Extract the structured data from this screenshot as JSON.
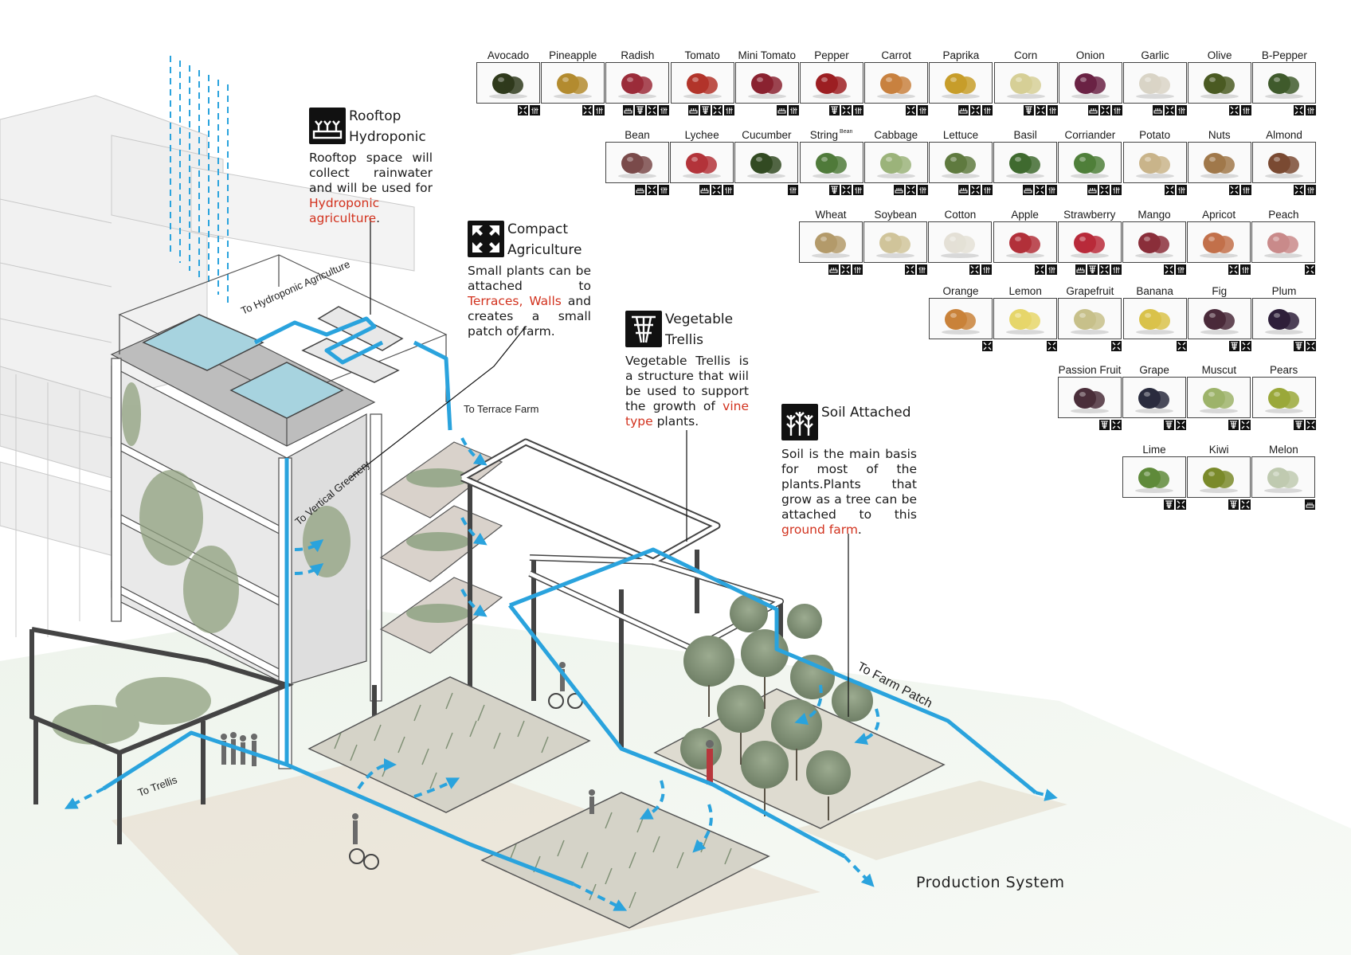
{
  "callouts": {
    "rooftop": {
      "icon": "hydroponic-tray-icon",
      "title": "Rooftop Hydroponic",
      "text_before": "Rooftop space will collect rainwater and will be used for ",
      "text_red": "Hydroponic agriculture",
      "text_after": "."
    },
    "compact": {
      "icon": "compact-arrows-icon",
      "title": "Compact Agriculture",
      "text_before": "Small plants can be attached to ",
      "text_red": "Terraces, Walls",
      "text_after": " and creates a small patch of farm."
    },
    "trellis": {
      "icon": "trellis-icon",
      "title": "Vegetable Trellis",
      "text_before": "Vegetable Trellis is a structure that wiil be used to support the growth of ",
      "text_red": "vine type",
      "text_after": " plants."
    },
    "soil": {
      "icon": "soil-plants-icon",
      "title": "Soil Attached",
      "text_before": "Soil is the main basis for most of the plants.Plants that grow as a tree can be attached to this ",
      "text_red": "ground farm",
      "text_after": "."
    }
  },
  "flow_labels": {
    "hydroponic": "To Hydroponic Agriculture",
    "terrace": "To Terrace Farm",
    "vertical": "To Vertical Greenery",
    "trellis": "To Trellis",
    "farm_patch": "To Farm Patch"
  },
  "production_label": "Production System",
  "crops": [
    {
      "name": "Avocado",
      "color": "#2f3a1c",
      "tags": [
        "compact",
        "trellis-soil"
      ]
    },
    {
      "name": "Pineapple",
      "color": "#b38b2f",
      "tags": [
        "compact",
        "trellis-soil"
      ]
    },
    {
      "name": "Radish",
      "color": "#9b2c3a",
      "tags": [
        "hydro",
        "trellis",
        "compact",
        "trellis-soil"
      ]
    },
    {
      "name": "Tomato",
      "color": "#b2342a",
      "tags": [
        "hydro",
        "trellis",
        "compact",
        "trellis-soil"
      ]
    },
    {
      "name": "Mini Tomato",
      "color": "#8a2230",
      "tags": [
        "hydro",
        "trellis-soil"
      ]
    },
    {
      "name": "Pepper",
      "color": "#9c1e22",
      "tags": [
        "trellis",
        "compact",
        "trellis-soil"
      ]
    },
    {
      "name": "Carrot",
      "color": "#c8813f",
      "tags": [
        "compact",
        "trellis-soil"
      ]
    },
    {
      "name": "Paprika",
      "color": "#c79d2a",
      "tags": [
        "hydro",
        "compact",
        "trellis-soil"
      ]
    },
    {
      "name": "Corn",
      "color": "#d6cf96",
      "tags": [
        "trellis",
        "compact",
        "trellis-soil"
      ]
    },
    {
      "name": "Onion",
      "color": "#6a2244",
      "tags": [
        "hydro",
        "compact",
        "trellis-soil"
      ]
    },
    {
      "name": "Garlic",
      "color": "#d9d4c6",
      "tags": [
        "hydro",
        "compact",
        "trellis-soil"
      ]
    },
    {
      "name": "Olive",
      "color": "#4a5a22",
      "tags": [
        "compact",
        "trellis-soil"
      ]
    },
    {
      "name": "B-Pepper",
      "color": "#3f5a2c",
      "tags": [
        "compact",
        "trellis-soil"
      ]
    },
    {
      "name": "Bean",
      "color": "#7a4a4a",
      "tags": [
        "hydro",
        "compact",
        "trellis-soil"
      ]
    },
    {
      "name": "Lychee",
      "color": "#b3343a",
      "tags": [
        "hydro",
        "compact",
        "trellis-soil"
      ]
    },
    {
      "name": "Cucumber",
      "color": "#324a22",
      "tags": [
        "trellis-soil"
      ]
    },
    {
      "name": "String",
      "name_sup": "Bean",
      "color": "#4f7a3a",
      "tags": [
        "trellis",
        "compact",
        "trellis-soil"
      ]
    },
    {
      "name": "Cabbage",
      "color": "#9bb37a",
      "tags": [
        "hydro",
        "compact",
        "trellis-soil"
      ]
    },
    {
      "name": "Lettuce",
      "color": "#5f7a3f",
      "tags": [
        "hydro",
        "compact",
        "trellis-soil"
      ]
    },
    {
      "name": "Basil",
      "color": "#3f6a2f",
      "tags": [
        "hydro",
        "compact",
        "trellis-soil"
      ]
    },
    {
      "name": "Corriander",
      "color": "#4f7f3a",
      "tags": [
        "hydro",
        "compact",
        "trellis-soil"
      ]
    },
    {
      "name": "Potato",
      "color": "#c9b48a",
      "tags": [
        "compact",
        "trellis-soil"
      ]
    },
    {
      "name": "Nuts",
      "color": "#a0784a",
      "tags": [
        "compact",
        "trellis-soil"
      ]
    },
    {
      "name": "Almond",
      "color": "#7a4a32",
      "tags": [
        "compact",
        "trellis-soil"
      ]
    },
    {
      "name": "Wheat",
      "color": "#b39a6a",
      "tags": [
        "hydro",
        "compact",
        "trellis-soil"
      ]
    },
    {
      "name": "Soybean",
      "color": "#d0c49a",
      "tags": [
        "compact",
        "trellis-soil"
      ]
    },
    {
      "name": "Cotton",
      "color": "#e4e0d6",
      "tags": [
        "compact",
        "trellis-soil"
      ]
    },
    {
      "name": "Apple",
      "color": "#b2303a",
      "tags": [
        "compact",
        "trellis-soil"
      ]
    },
    {
      "name": "Strawberry",
      "color": "#b82a3a",
      "tags": [
        "hydro",
        "trellis",
        "compact",
        "trellis-soil"
      ]
    },
    {
      "name": "Mango",
      "color": "#8a2e3a",
      "tags": [
        "compact",
        "trellis-soil"
      ]
    },
    {
      "name": "Apricot",
      "color": "#c2704a",
      "tags": [
        "compact",
        "trellis-soil"
      ]
    },
    {
      "name": "Peach",
      "color": "#c98a8a",
      "tags": [
        "compact"
      ]
    },
    {
      "name": "Orange",
      "color": "#c9823a",
      "tags": [
        "compact"
      ]
    },
    {
      "name": "Lemon",
      "color": "#e6d66a",
      "tags": [
        "compact"
      ]
    },
    {
      "name": "Grapefruit",
      "color": "#c7c08a",
      "tags": [
        "compact"
      ]
    },
    {
      "name": "Banana",
      "color": "#d9c24a",
      "tags": [
        "compact"
      ]
    },
    {
      "name": "Fig",
      "color": "#4a2a3a",
      "tags": [
        "trellis",
        "compact"
      ]
    },
    {
      "name": "Plum",
      "color": "#2e1f3a",
      "tags": [
        "trellis",
        "compact"
      ]
    },
    {
      "name": "Passion Fruit",
      "color": "#4a2e3a",
      "tags": [
        "trellis",
        "compact"
      ]
    },
    {
      "name": "Grape",
      "color": "#2a2c3e",
      "tags": [
        "trellis",
        "compact"
      ]
    },
    {
      "name": "Muscut",
      "color": "#9db36a",
      "tags": [
        "trellis",
        "compact"
      ]
    },
    {
      "name": "Pears",
      "color": "#9aa83a",
      "tags": [
        "trellis",
        "compact"
      ]
    },
    {
      "name": "Lime",
      "color": "#5f8a3a",
      "tags": [
        "trellis",
        "compact"
      ]
    },
    {
      "name": "Kiwi",
      "color": "#7a8a2a",
      "tags": [
        "trellis",
        "compact"
      ]
    },
    {
      "name": "Melon",
      "color": "#bfcab0",
      "tags": [
        "hydro"
      ]
    }
  ]
}
